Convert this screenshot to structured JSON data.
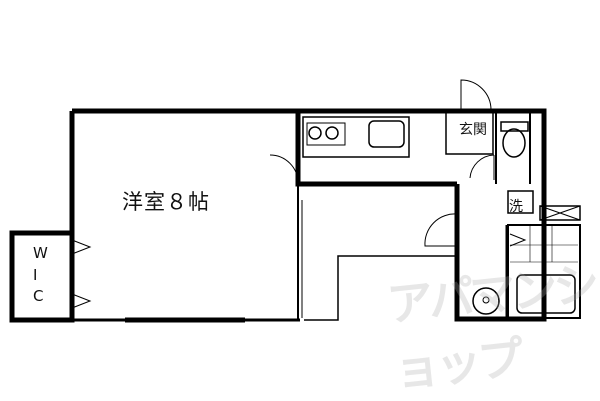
{
  "floor_plan": {
    "main_room": {
      "label": "洋室８帖"
    },
    "entrance": {
      "label": "玄関"
    },
    "washroom": {
      "label": "洗"
    },
    "walk_in_closet": {
      "letters": [
        "W",
        "I",
        "C"
      ]
    }
  },
  "watermark": {
    "text": "アパマンショップ"
  },
  "colors": {
    "wall": "#000000",
    "fixture": "#222222",
    "background": "#ffffff"
  }
}
